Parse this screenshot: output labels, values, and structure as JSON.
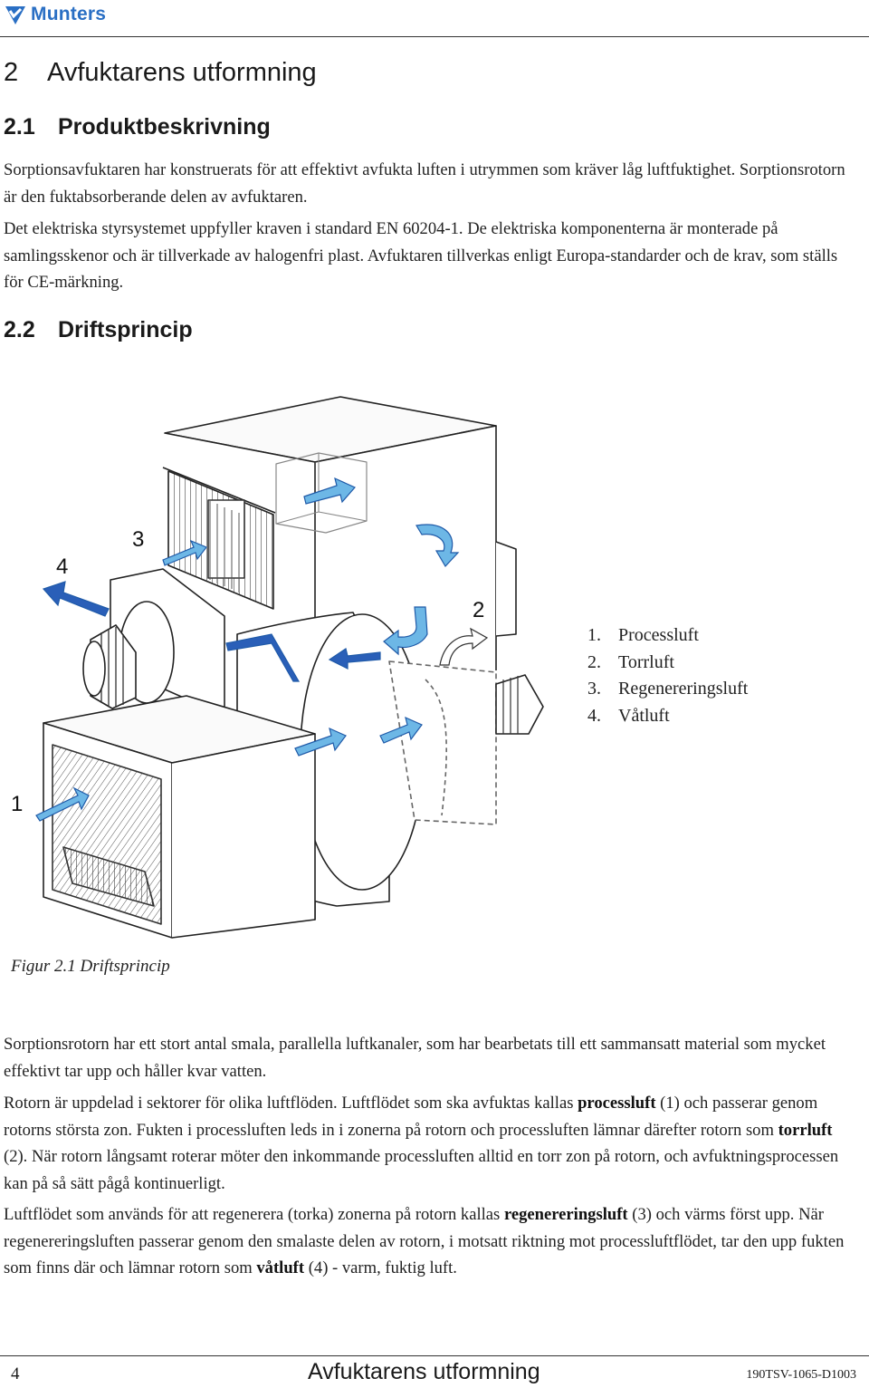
{
  "header": {
    "brand": "Munters"
  },
  "chapter": {
    "number": "2",
    "title": "Avfuktarens utformning"
  },
  "section1": {
    "number": "2.1",
    "title": "Produktbeskrivning",
    "p1": "Sorptionsavfuktaren har konstruerats för att effektivt avfukta luften i utrymmen som kräver låg luftfuktighet. Sorptionsrotorn är den fuktabsorberande delen av avfuktaren.",
    "p2": "Det elektriska styrsystemet uppfyller kraven i standard EN 60204-1. De elektriska komponenterna är monterade på samlingsskenor och är tillverkade av halogenfri plast. Avfuktaren tillverkas enligt Europa-standarder och de krav, som ställs för CE-märkning."
  },
  "section2": {
    "number": "2.2",
    "title": "Driftsprincip"
  },
  "figure": {
    "callouts": {
      "c1": "1",
      "c2": "2",
      "c3": "3",
      "c4": "4"
    },
    "legend": [
      {
        "n": "1.",
        "label": "Processluft"
      },
      {
        "n": "2.",
        "label": "Torrluft"
      },
      {
        "n": "3.",
        "label": "Regenereringsluft"
      },
      {
        "n": "4.",
        "label": "Våtluft"
      }
    ],
    "caption": "Figur 2.1 Driftsprincip"
  },
  "body": {
    "p3": "Sorptionsrotorn har ett stort antal smala, parallella luftkanaler, som har bearbetats till ett sammansatt material som mycket effektivt tar upp och håller kvar vatten.",
    "p4_a": "Rotorn är uppdelad i sektorer för olika luftflöden. Luftflödet som ska avfuktas kallas ",
    "p4_b": "processluft",
    "p4_c": " (1) och passerar genom rotorns största zon. Fukten i processluften leds in i zonerna på rotorn och processluften lämnar därefter rotorn som ",
    "p4_d": "torrluft",
    "p4_e": " (2). När rotorn långsamt roterar möter den inkommande processluften alltid en torr zon på rotorn, och avfuktningsprocessen kan på så sätt pågå kontinuerligt.",
    "p5_a": "Luftflödet som används för att regenerera (torka) zonerna på rotorn kallas ",
    "p5_b": "regenereringsluft",
    "p5_c": " (3) och värms först upp. När regenereringsluften passerar genom den smalaste delen av rotorn, i motsatt riktning mot processluftflödet, tar den upp fukten som finns där och lämnar rotorn som ",
    "p5_d": "våtluft",
    "p5_e": " (4) - varm, fuktig luft."
  },
  "footer": {
    "page": "4",
    "title": "Avfuktarens utformning",
    "code": "190TSV-1065-D1003"
  }
}
